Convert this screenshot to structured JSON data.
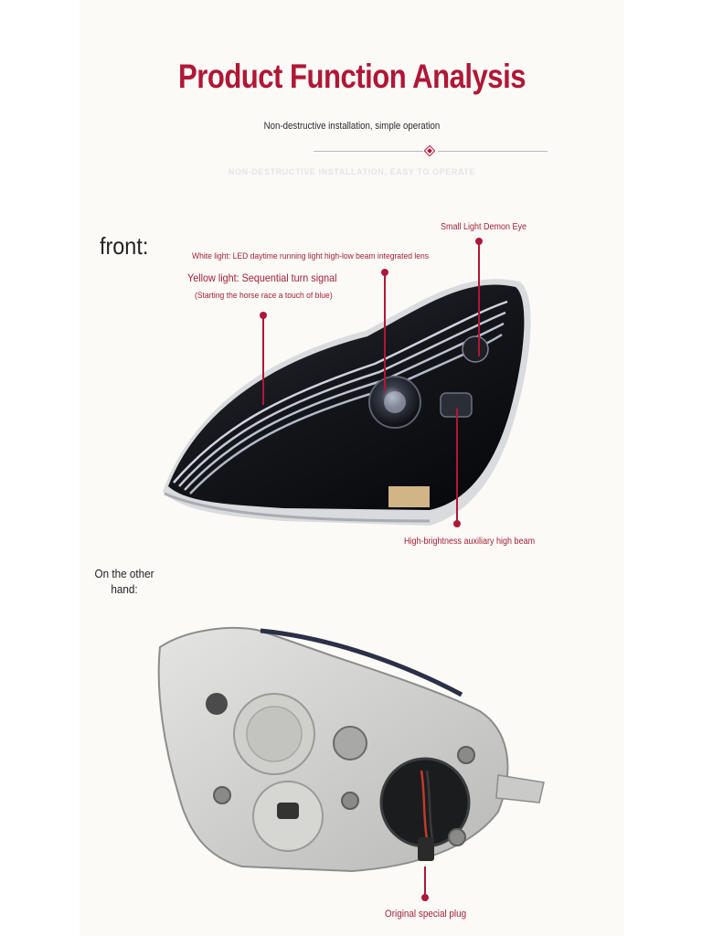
{
  "header": {
    "title": "Product Function Analysis",
    "subtitle": "Non-destructive installation, simple operation",
    "watermark": "NON-DESTRUCTIVE INSTALLATION, EASY TO OPERATE"
  },
  "front": {
    "label": "front:",
    "annotations": {
      "small_light": "Small Light Demon Eye",
      "white_light": "White light: LED daytime running light high-low beam integrated lens",
      "yellow_light": "Yellow light: Sequential turn signal",
      "yellow_note": "(Starting the horse race a touch of blue)",
      "aux_beam": "High-brightness auxiliary high beam"
    }
  },
  "back": {
    "label": "On the other hand:",
    "annotations": {
      "plug": "Original special plug"
    }
  },
  "colors": {
    "accent": "#b01737",
    "annotation_text": "#a3203b",
    "panel_background": "#fbfaf6"
  }
}
